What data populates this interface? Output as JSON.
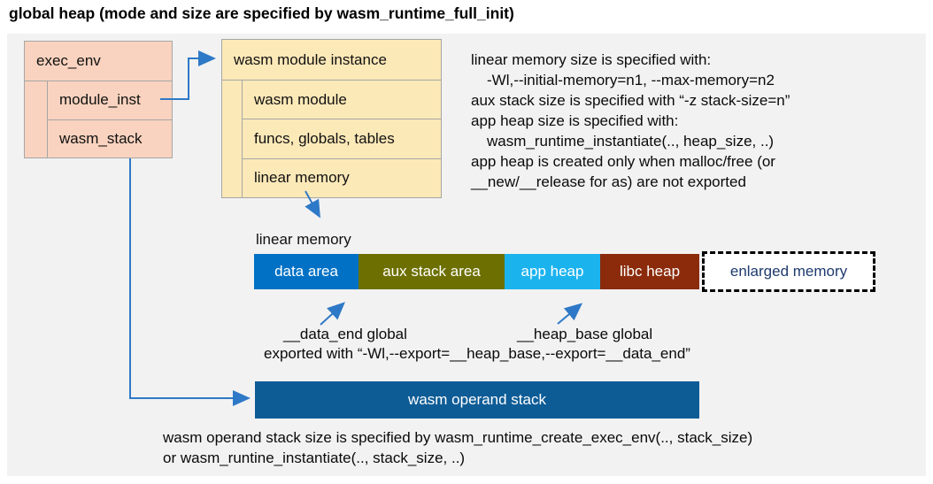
{
  "title": "global heap (mode and size are specified by wasm_runtime_full_init)",
  "exec_env_box": {
    "header": "exec_env",
    "rows": [
      "module_inst",
      "wasm_stack"
    ]
  },
  "module_instance_box": {
    "header": "wasm module instance",
    "rows": [
      "wasm module",
      "funcs, globals, tables",
      "linear memory"
    ]
  },
  "notes": {
    "lines": [
      "linear memory size is specified with:",
      "-Wl,--initial-memory=n1, --max-memory=n2",
      "aux stack size is specified with “-z stack-size=n”",
      "app heap size is specified with:",
      "wasm_runtime_instantiate(.., heap_size, ..)",
      "app heap is created only when malloc/free (or",
      "__new/__release for as) are not exported"
    ]
  },
  "linear_memory": {
    "label": "linear memory",
    "segments": [
      {
        "label": "data area",
        "color": "#0071c5"
      },
      {
        "label": "aux stack area",
        "color": "#6d7000"
      },
      {
        "label": "app heap",
        "color": "#1bb3ee"
      },
      {
        "label": "libc heap",
        "color": "#8b2b0b"
      }
    ],
    "enlarged": {
      "label": "enlarged memory",
      "text_color": "#1e3a6e"
    }
  },
  "annotations": {
    "data_end": "__data_end global",
    "heap_base": "__heap_base global",
    "exported": "exported with “-Wl,--export=__heap_base,--export=__data_end”"
  },
  "operand_stack": {
    "label": "wasm operand stack",
    "color": "#0e5c96"
  },
  "footer": {
    "lines": [
      "wasm operand stack size is specified by wasm_runtime_create_exec_env(.., stack_size)",
      "or wasm_runtine_instantiate(.., stack_size, ..)"
    ]
  },
  "colors": {
    "panel_background": "#f2f2f2",
    "arrow": "#2e79c7",
    "box_border": "#a6a6a6",
    "exec_env_fill": "#f9d3bf",
    "module_instance_fill": "#fce9b8"
  }
}
